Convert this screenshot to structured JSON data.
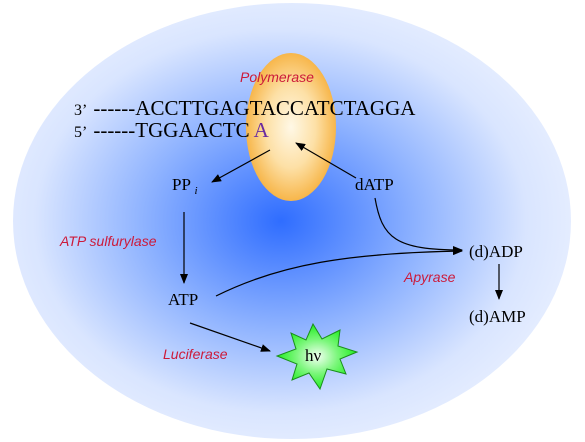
{
  "diagram": {
    "enzymes": {
      "polymerase": "Polymerase",
      "atp_sulfurylase": "ATP sulfurylase",
      "apyrase": "Apyrase",
      "luciferase": "Luciferase"
    },
    "strands": {
      "top_prime": "3’",
      "top_sequence": "------ACCTTGAGTACCATCTAGGA",
      "bottom_prime": "5’",
      "bottom_sequence": "------TGGAACTC",
      "added_base": "A"
    },
    "molecules": {
      "ppi_main": "PP",
      "ppi_sub": "i",
      "datp": "dATP",
      "atp": "ATP",
      "dadp": "(d)ADP",
      "damp": "(d)AMP",
      "light": "hν"
    },
    "colors": {
      "enzyme_label": "#cc1a3a",
      "added_base": "#6a2ca0",
      "background_center": "#2f6dff",
      "polymerase_blob": "#f7b64a",
      "light_burst": "#22ee22"
    }
  }
}
